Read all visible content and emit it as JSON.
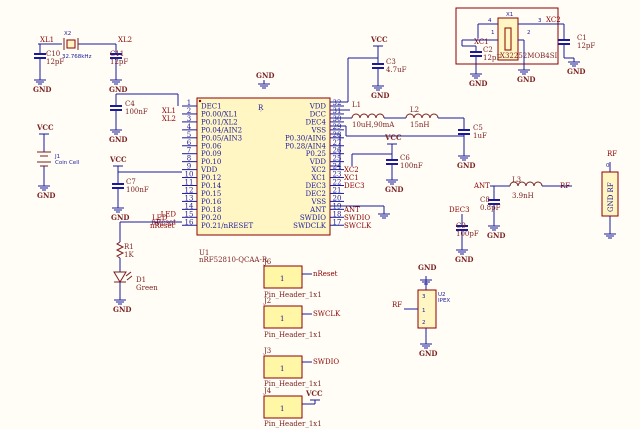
{
  "chip": {
    "designator": "U1",
    "part": "nRF52810-QCAA-R",
    "left_pins": [
      {
        "num": "1",
        "name": "DEC1",
        "net": ""
      },
      {
        "num": "2",
        "name": "P0.00/XL1",
        "net": "XL1"
      },
      {
        "num": "3",
        "name": "P0.01/XL2",
        "net": "XL2"
      },
      {
        "num": "4",
        "name": "P0.04/AIN2",
        "net": ""
      },
      {
        "num": "5",
        "name": "P0.05/AIN3",
        "net": ""
      },
      {
        "num": "6",
        "name": "P0.06",
        "net": ""
      },
      {
        "num": "7",
        "name": "P0.09",
        "net": ""
      },
      {
        "num": "8",
        "name": "P0.10",
        "net": ""
      },
      {
        "num": "9",
        "name": "VDD",
        "net": ""
      },
      {
        "num": "10",
        "name": "P0.12",
        "net": ""
      },
      {
        "num": "11",
        "name": "P0.14",
        "net": ""
      },
      {
        "num": "12",
        "name": "P0.15",
        "net": ""
      },
      {
        "num": "13",
        "name": "P0.16",
        "net": ""
      },
      {
        "num": "14",
        "name": "P0.18",
        "net": ""
      },
      {
        "num": "15",
        "name": "P0.20",
        "net": "LED"
      },
      {
        "num": "16",
        "name": "P0.21/nRESET",
        "net": "nReset"
      }
    ],
    "right_pins": [
      {
        "num": "32",
        "name": "VDD",
        "net": ""
      },
      {
        "num": "31",
        "name": "DCC",
        "net": ""
      },
      {
        "num": "30",
        "name": "DEC4",
        "net": ""
      },
      {
        "num": "29",
        "name": "VSS",
        "net": ""
      },
      {
        "num": "28",
        "name": "P0.30/AIN6",
        "net": ""
      },
      {
        "num": "27",
        "name": "P0.28/AIN4",
        "net": ""
      },
      {
        "num": "26",
        "name": "P0.25",
        "net": ""
      },
      {
        "num": "25",
        "name": "VDD",
        "net": ""
      },
      {
        "num": "24",
        "name": "XC2",
        "net": "XC2"
      },
      {
        "num": "23",
        "name": "XC1",
        "net": "XC1"
      },
      {
        "num": "22",
        "name": "DEC3",
        "net": "DEC3"
      },
      {
        "num": "21",
        "name": "DEC2",
        "net": ""
      },
      {
        "num": "20",
        "name": "VSS",
        "net": ""
      },
      {
        "num": "19",
        "name": "ANT",
        "net": "ANT"
      },
      {
        "num": "18",
        "name": "SWDIO",
        "net": "SWDIO"
      },
      {
        "num": "17",
        "name": "SWDCLK",
        "net": "SWCLK"
      }
    ]
  },
  "labels": {
    "xl1": "XL1",
    "xl2": "XL2",
    "x2": "X2",
    "x2_freq": "32.768kHz",
    "c10": "C10",
    "c10_val": "12pF",
    "c11": "C11",
    "c11_val": "12pF",
    "c4": "C4",
    "c4_val": "100nF",
    "vcc": "VCC",
    "gnd": "GND",
    "j1": "J1",
    "j1_val": "Coin Cell",
    "c7": "C7",
    "c7_val": "100nF",
    "led": "LED",
    "nreset": "nReset",
    "r1": "R1",
    "r1_val": "1K",
    "d1": "D1",
    "d1_val": "Green",
    "c3_top": "C3",
    "c3_top_val": "4.7uF",
    "l1": "L1",
    "l1_val": "10uH,90mA",
    "l2": "L2",
    "l2_val": "15nH",
    "c5": "C5",
    "c5_val": "1uF",
    "c6": "C6",
    "c6_val": "100nF",
    "xc1": "XC1",
    "xc2": "XC2",
    "x1": "X1",
    "x1_part": "X32252MOB4SI",
    "c2": "C2",
    "c2_val": "12pF",
    "c1": "C1",
    "c1_val": "12pF",
    "ant": "ANT",
    "rf": "RF",
    "l3": "L3",
    "l3_val": "3.9nH",
    "c8": "C8",
    "c8_val": "0.8pF",
    "dec3": "DEC3",
    "c9": "C9",
    "c9_val": "100pF",
    "swdio": "SWDIO",
    "swclk": "SWCLK",
    "e1_text": "GND RF",
    "u2": "U2",
    "u2_val": "IPEX",
    "j6": "J6",
    "j2": "J2",
    "j3": "J3",
    "j4": "J4",
    "pin_header": "Pin_Header_1x1",
    "one": "1",
    "two": "2",
    "zero": "0",
    "three": "3",
    "four": "4"
  }
}
